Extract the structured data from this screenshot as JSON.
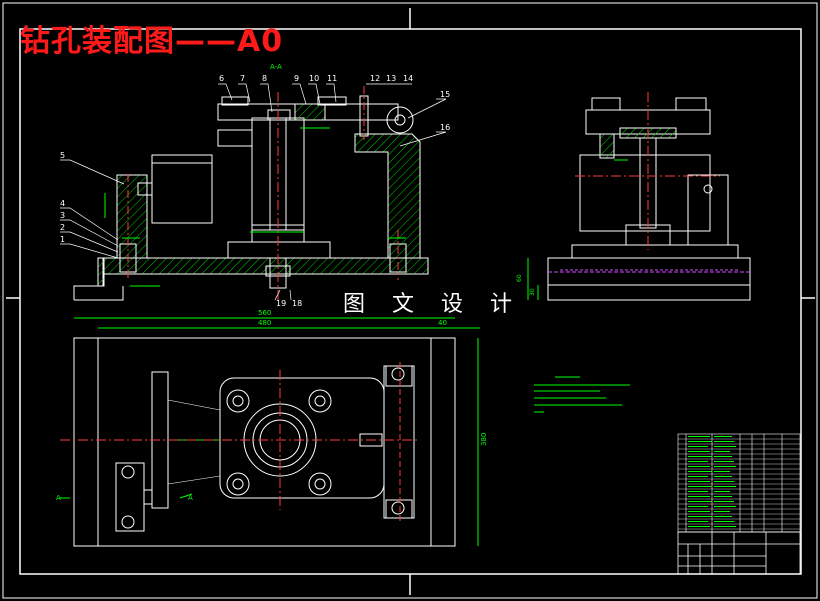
{
  "title": "钻孔装配图——A0",
  "watermark": "图 文 设 计",
  "section_label": "A-A",
  "view_arrow_label": "A",
  "part_numbers_top": [
    "6",
    "7",
    "8",
    "9",
    "10",
    "11",
    "12",
    "13",
    "14"
  ],
  "part_numbers_right": [
    "15",
    "16"
  ],
  "part_numbers_left": [
    "5",
    "4",
    "3",
    "2",
    "1"
  ],
  "part_numbers_bottom": [
    "19",
    "18"
  ],
  "dimensions": {
    "overall_width": "560",
    "inner_width": "480",
    "right_offset": "40",
    "height_right": "380",
    "side_height_1": "60",
    "side_height_2": "30"
  },
  "colors": {
    "background": "#000000",
    "line": "#ffffff",
    "dimension": "#00ff00",
    "center_line": "#ff3b3b",
    "hatch": "#00ff00",
    "purple": "#d24cff",
    "title": "#ff1a1a"
  }
}
